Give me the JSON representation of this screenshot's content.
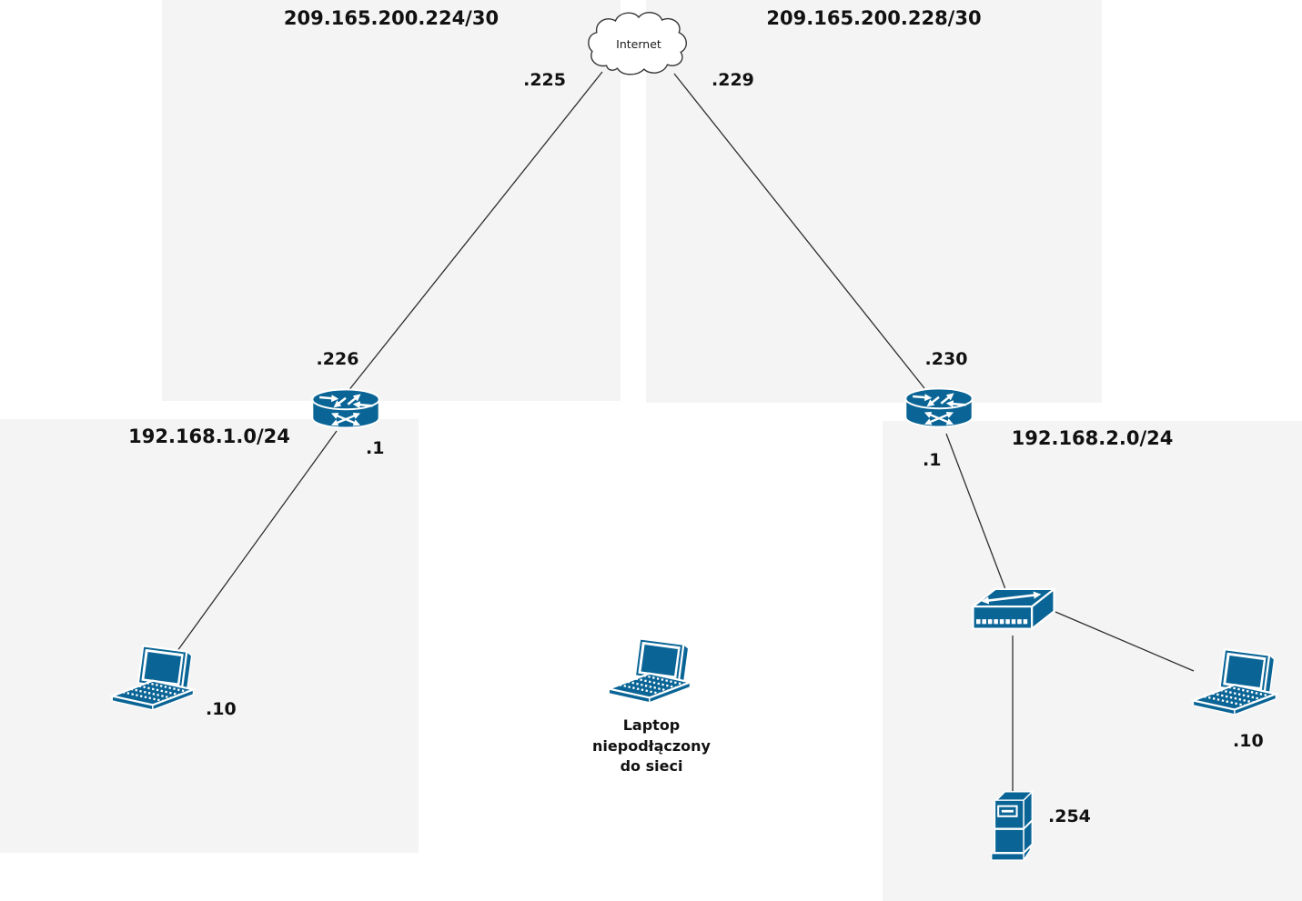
{
  "colors": {
    "device": "#0a6596",
    "region": "#f4f4f4",
    "line": "#2e2e2e",
    "text": "#111111"
  },
  "regions": {
    "wan1": {
      "subnet": "209.165.200.224/30"
    },
    "wan2": {
      "subnet": "209.165.200.228/30"
    },
    "lan1": {
      "subnet": "192.168.1.0/24"
    },
    "lan2": {
      "subnet": "192.168.2.0/24"
    }
  },
  "internet": {
    "label": "Internet"
  },
  "interfaces": {
    "wan1_internet_ip": ".225",
    "wan1_router_ip": ".226",
    "lan1_router_ip": ".1",
    "lan1_laptop_ip": ".10",
    "wan2_internet_ip": ".229",
    "wan2_router_ip": ".230",
    "lan2_router_ip": ".1",
    "lan2_laptop_ip": ".10",
    "lan2_server_ip": ".254"
  },
  "notes": {
    "disconnected_laptop": [
      "Laptop",
      "niepodłączony",
      "do sieci"
    ]
  }
}
